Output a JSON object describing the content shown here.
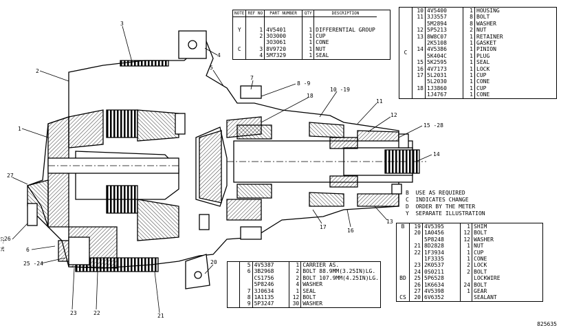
{
  "callouts": [
    {
      "id": "c1",
      "text": "1"
    },
    {
      "id": "c2",
      "text": "2"
    },
    {
      "id": "c3",
      "text": "3"
    },
    {
      "id": "c4",
      "text": "4"
    },
    {
      "id": "c5",
      "text": "5"
    },
    {
      "id": "c7",
      "text": "7"
    },
    {
      "id": "c89",
      "text": "8 -9"
    },
    {
      "id": "c18",
      "text": "18"
    },
    {
      "id": "c1019",
      "text": "10 -19"
    },
    {
      "id": "c11",
      "text": "11"
    },
    {
      "id": "c12",
      "text": "12"
    },
    {
      "id": "c1528",
      "text": "15 -28"
    },
    {
      "id": "c14",
      "text": "14"
    },
    {
      "id": "c27",
      "text": "27"
    },
    {
      "id": "c26",
      "text": "26"
    },
    {
      "id": "c6",
      "text": "6"
    },
    {
      "id": "c2524",
      "text": "25 -24"
    },
    {
      "id": "c23",
      "text": "23"
    },
    {
      "id": "c22",
      "text": "22"
    },
    {
      "id": "c21",
      "text": "21"
    },
    {
      "id": "c20",
      "text": "20"
    },
    {
      "id": "c17",
      "text": "17"
    },
    {
      "id": "c16",
      "text": "16"
    },
    {
      "id": "c13",
      "text": "13"
    },
    {
      "id": "c26b",
      "text": "26 -27"
    }
  ],
  "table_main": {
    "headers": [
      "NOTE",
      "REF NO",
      "PART NUMBER",
      "QTY",
      "DESCRIPTION"
    ],
    "rows": [
      {
        "note": "Y",
        "ref": "1",
        "part": "4V5401",
        "qty": "1",
        "desc": "DIFFERENTIAL GROUP"
      },
      {
        "note": "",
        "ref": "2",
        "part": "3O3000",
        "qty": "1",
        "desc": "CUP"
      },
      {
        "note": "",
        "ref": "",
        "part": "3O3061",
        "qty": "1",
        "desc": "CONE"
      },
      {
        "note": "C",
        "ref": "3",
        "part": "8V9720",
        "qty": "1",
        "desc": "NUT"
      },
      {
        "note": "",
        "ref": "4",
        "part": "5M7329",
        "qty": "1",
        "desc": "SEAL"
      }
    ]
  },
  "table_right": {
    "note_c": "C",
    "rows": [
      {
        "ref": "10",
        "part": "4V5400",
        "qty": "1",
        "desc": "HOUSING"
      },
      {
        "ref": "11",
        "part": "3J3557",
        "qty": "8",
        "desc": "BOLT"
      },
      {
        "ref": "",
        "part": "5M2894",
        "qty": "8",
        "desc": "WASHER"
      },
      {
        "ref": "12",
        "part": "5P5213",
        "qty": "2",
        "desc": "NUT"
      },
      {
        "ref": "13",
        "part": "8W8C07",
        "qty": "1",
        "desc": "RETAINER"
      },
      {
        "ref": "",
        "part": "2K5108",
        "qty": "1",
        "desc": "GASKET"
      },
      {
        "ref": "14",
        "part": "4V5386",
        "qty": "1",
        "desc": "PINION"
      },
      {
        "ref": "",
        "part": "5K404C",
        "qty": "1",
        "desc": "PLUG"
      },
      {
        "ref": "15",
        "part": "5K2595",
        "qty": "1",
        "desc": "SEAL"
      },
      {
        "ref": "16",
        "part": "4V7173",
        "qty": "1",
        "desc": "LOCK"
      },
      {
        "ref": "17",
        "part": "5L2031",
        "qty": "1",
        "desc": "CUP"
      },
      {
        "ref": "",
        "part": "5L2030",
        "qty": "1",
        "desc": "CONE"
      },
      {
        "ref": "18",
        "part": "1J3860",
        "qty": "1",
        "desc": "CUP"
      },
      {
        "ref": "",
        "part": "1J4767",
        "qty": "1",
        "desc": "CONE"
      }
    ]
  },
  "notes": [
    {
      "key": "B",
      "text": "USE AS REQUIRED"
    },
    {
      "key": "C",
      "text": "INDICATES CHANGE"
    },
    {
      "key": "D",
      "text": "ORDER BY THE METER"
    },
    {
      "key": "Y",
      "text": "SEPARATE ILLUSTRATION"
    }
  ],
  "table_bottom_mid": {
    "rows": [
      {
        "ref": "5",
        "part": "4V5387",
        "qty": "1",
        "desc": "CARRIER AS."
      },
      {
        "ref": "6",
        "part": "3B2968",
        "qty": "2",
        "desc": "BOLT 88.9MM(3.25IN)LG."
      },
      {
        "ref": "",
        "part": "CS1756",
        "qty": "2",
        "desc": "BOLT 107.9MM(4.25IN)LG."
      },
      {
        "ref": "",
        "part": "5P8246",
        "qty": "4",
        "desc": "WASHER"
      },
      {
        "ref": "7",
        "part": "3J0634",
        "qty": "1",
        "desc": "SEAL"
      },
      {
        "ref": "8",
        "part": "1A1135",
        "qty": "12",
        "desc": "BOLT"
      },
      {
        "ref": "9",
        "part": "5P3247",
        "qty": "30",
        "desc": "WASHER"
      }
    ]
  },
  "table_bottom_right": {
    "rows": [
      {
        "note": "B",
        "ref": "19",
        "part": "4V5395",
        "qty": "1",
        "desc": "SHIM"
      },
      {
        "note": "",
        "ref": "20",
        "part": "1A0456",
        "qty": "12",
        "desc": "BOLT"
      },
      {
        "note": "",
        "ref": "",
        "part": "5P8248",
        "qty": "12",
        "desc": "WASHER"
      },
      {
        "note": "",
        "ref": "21",
        "part": "8D2828",
        "qty": "1",
        "desc": "NUT"
      },
      {
        "note": "",
        "ref": "22",
        "part": "1F3934",
        "qty": "1",
        "desc": "CUP"
      },
      {
        "note": "",
        "ref": "",
        "part": "1F3335",
        "qty": "1",
        "desc": "CONE"
      },
      {
        "note": "",
        "ref": "23",
        "part": "2K0537",
        "qty": "2",
        "desc": "LOCK"
      },
      {
        "note": "",
        "ref": "24",
        "part": "0S0211",
        "qty": "2",
        "desc": "BOLT"
      },
      {
        "note": "BD",
        "ref": "25",
        "part": "5P6528",
        "qty": "",
        "desc": "LOCKWIRE"
      },
      {
        "note": "",
        "ref": "26",
        "part": "1K6634",
        "qty": "24",
        "desc": "BOLT"
      },
      {
        "note": "",
        "ref": "27",
        "part": "4V5398",
        "qty": "1",
        "desc": "GEAR"
      },
      {
        "note": "CS",
        "ref": "20",
        "part": "6V6352",
        "qty": "",
        "desc": "SEALANT"
      }
    ]
  },
  "figure_id": "825635"
}
